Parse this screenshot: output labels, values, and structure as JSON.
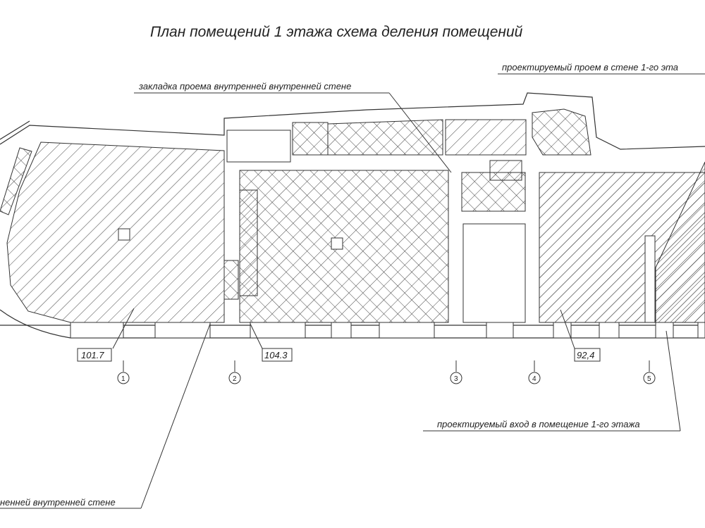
{
  "title": "План помещений 1 этажа схема деления помещений",
  "notes": {
    "top_right": "проектируемый проем в стене 1-го эта",
    "top_left": "закладка проема внутренней внутренней стене",
    "bottom_right": "проектируемый вход в помещение 1-го этажа",
    "bottom_left": "ненней внутренней стене"
  },
  "areas": [
    "101.7",
    "104.3",
    "92,4"
  ],
  "axes": [
    "1",
    "2",
    "3",
    "4",
    "5"
  ],
  "colors": {
    "line": "#333333",
    "hatch": "#444444",
    "background": "#ffffff"
  }
}
